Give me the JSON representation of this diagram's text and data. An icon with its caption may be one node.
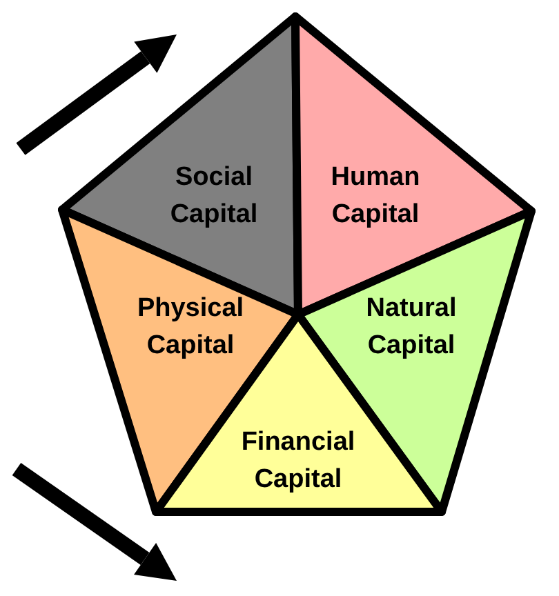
{
  "diagram": {
    "nodes": [
      {
        "text": [
          "Social Capital"
        ]
      },
      {
        "text": [
          "Human Capital"
        ]
      },
      {
        "text": [
          "Physical Capital"
        ]
      },
      {
        "text": [
          "Natural Capital"
        ]
      },
      {
        "text": [
          "Financial Capital"
        ]
      }
    ]
  }
}
